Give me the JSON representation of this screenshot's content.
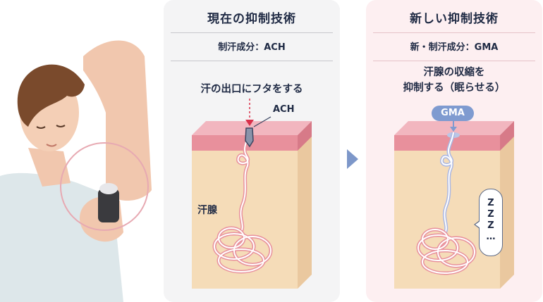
{
  "current": {
    "title": "現在の抑制技術",
    "ingredient_label": "制汗成分：ACH",
    "description": "汗の出口にフタをする",
    "callout_label": "ACH",
    "gland_label": "汗腺"
  },
  "new": {
    "title": "新しい抑制技術",
    "ingredient_label": "新・制汗成分：GMA",
    "description_line1": "汗腺の収縮を",
    "description_line2": "抑制する（眠らせる）",
    "badge_label": "GMA",
    "sleep_text": "Z\nZ\nZ\n…"
  },
  "colors": {
    "panel_current_bg": "#f4f4f5",
    "panel_new_bg": "#fdeff1",
    "skin_top": "#e8909c",
    "tissue": "#f5dcb8",
    "arrow": "#7d97c9",
    "accent_red": "#d9304a",
    "gma_blue": "#7f9bd0"
  }
}
